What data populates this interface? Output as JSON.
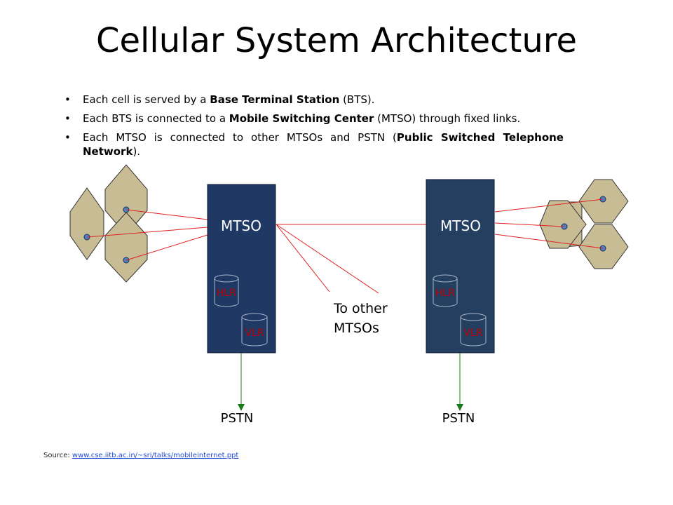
{
  "slide": {
    "title": "Cellular System Architecture",
    "bullets": [
      {
        "parts": [
          {
            "text": "Each cell is served by a ",
            "bold": false
          },
          {
            "text": "Base Terminal Station",
            "bold": true
          },
          {
            "text": " (BTS).",
            "bold": false
          }
        ]
      },
      {
        "parts": [
          {
            "text": "Each BTS is connected to a ",
            "bold": false
          },
          {
            "text": "Mobile Switching Center",
            "bold": true
          },
          {
            "text": " (MTSO) through fixed links.",
            "bold": false
          }
        ]
      },
      {
        "parts": [
          {
            "text": "Each MTSO is connected to other MTSOs and PSTN (",
            "bold": false
          },
          {
            "text": "Public Switched Telephone Network",
            "bold": true
          },
          {
            "text": ").",
            "bold": false
          }
        ]
      }
    ]
  },
  "diagram": {
    "left_mtso": {
      "label": "MTSO",
      "hlr": "HLR",
      "vlr": "VLR",
      "pstn": "PSTN"
    },
    "right_mtso": {
      "label": "MTSO",
      "hlr": "HLR",
      "vlr": "VLR",
      "pstn": "PSTN"
    },
    "other_mtsos": {
      "line1": "To other",
      "line2": "MTSOs"
    },
    "colors": {
      "mtso_fill": "#1f3864",
      "hex_fill": "#c8bc95",
      "link_red": "#e02020",
      "arrow_green": "#1a7a1a",
      "db_text": "#c00000",
      "dot": "#4f7fbf"
    }
  },
  "source": {
    "prefix": "Source: ",
    "link": "www.cse.iitb.ac.in/~sri/talks/mobileinternet.ppt"
  }
}
